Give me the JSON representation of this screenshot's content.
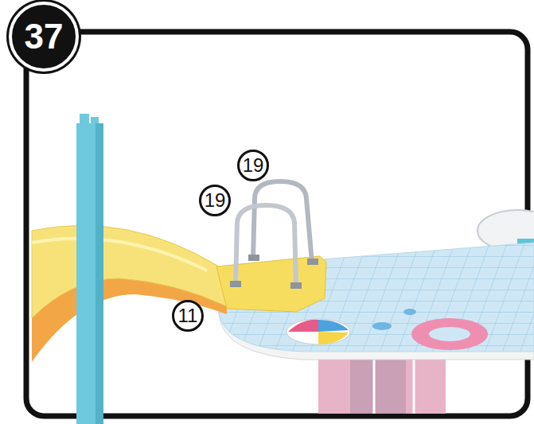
{
  "diagram": {
    "labels": [
      "37",
      "19",
      "19",
      "11"
    ]
  }
}
